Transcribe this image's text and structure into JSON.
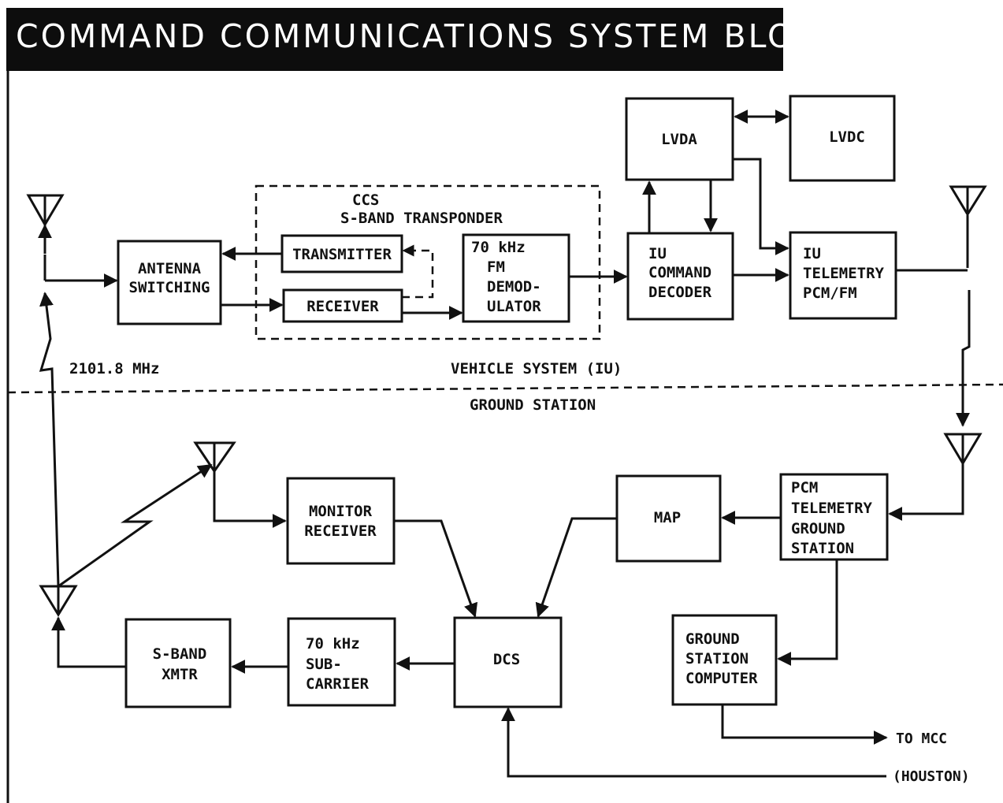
{
  "title": "COMMAND COMMUNICATIONS SYSTEM BLOCK DIAGRAM",
  "blocks": {
    "antenna_switching": [
      "ANTENNA",
      "SWITCHING"
    ],
    "transmitter": "TRANSMITTER",
    "receiver": "RECEIVER",
    "fm_demod": [
      "70 kHz",
      "FM",
      "DEMOD-",
      "ULATOR"
    ],
    "ccs_transponder": [
      "CCS",
      "S-BAND TRANSPONDER"
    ],
    "lvda": "LVDA",
    "lvdc": "LVDC",
    "iu_command_decoder": [
      "IU",
      "COMMAND",
      "DECODER"
    ],
    "iu_telemetry": [
      "IU",
      "TELEMETRY",
      "PCM/FM"
    ],
    "monitor_receiver": [
      "MONITOR",
      "RECEIVER"
    ],
    "map": "MAP",
    "pcm_ground_station": [
      "PCM",
      "TELEMETRY",
      "GROUND",
      "STATION"
    ],
    "dcs": "DCS",
    "subcarrier": [
      "70 kHz",
      "SUB-",
      "CARRIER"
    ],
    "sband_xmtr": [
      "S-BAND",
      "XMTR"
    ],
    "ground_computer": [
      "GROUND",
      "STATION",
      "COMPUTER"
    ]
  },
  "labels": {
    "frequency": "2101.8 MHz",
    "vehicle_system": "VEHICLE SYSTEM (IU)",
    "ground_station": "GROUND STATION",
    "to_mcc": "TO MCC",
    "houston": "(HOUSTON)"
  }
}
